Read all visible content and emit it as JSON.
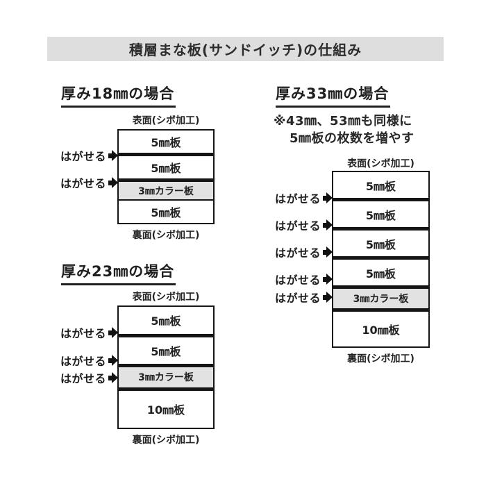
{
  "title": "積層まな板(サンドイッチ)の仕組み",
  "shared": {
    "front_label": "表面(シボ加工)",
    "back_label": "裏面(シボ加工)",
    "peel_label": "はがせる"
  },
  "colors": {
    "title_bar_bg": "#dedede",
    "color_board_bg": "#e2e2e2",
    "line_color": "#151515",
    "text_color": "#2a2a2a"
  },
  "diagrams": [
    {
      "heading": "厚み18㎜の場合",
      "total_mm": 18,
      "layers": [
        "5㎜板",
        "5㎜板",
        "3㎜カラー板",
        "5㎜板"
      ],
      "peel_count": 2
    },
    {
      "heading": "厚み23㎜の場合",
      "total_mm": 23,
      "layers": [
        "5㎜板",
        "5㎜板",
        "3㎜カラー板",
        "10㎜板"
      ],
      "peel_count": 3
    },
    {
      "heading": "厚み33㎜の場合",
      "total_mm": 33,
      "note_line1": "※43㎜、53㎜も同様に",
      "note_line2": "5㎜板の枚数を増やす",
      "layers": [
        "5㎜板",
        "5㎜板",
        "5㎜板",
        "5㎜板",
        "3㎜カラー板",
        "10㎜板"
      ],
      "peel_count": 5
    }
  ]
}
